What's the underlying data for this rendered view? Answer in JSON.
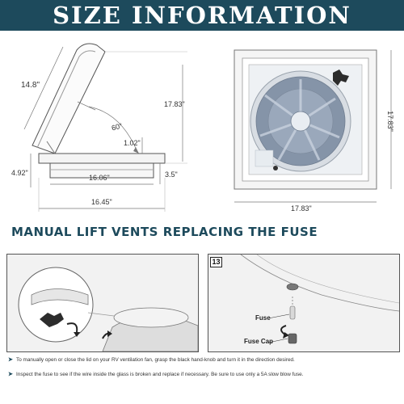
{
  "title": "SIZE INFORMATION",
  "dimensions": {
    "lid_diagonal": "14.8\"",
    "overall_height_left": "17.83\"",
    "angle": "60°",
    "lid_height": "1.02\"",
    "total_height": "4.92\"",
    "inner_width": "16.06\"",
    "base_height": "3.5\"",
    "outer_width": "16.45\"",
    "top_view_height": "17.83\"",
    "top_view_width": "17.83\""
  },
  "section_heading": "MANUAL LIFT VENTS REPLACING THE FUSE",
  "step_badge": "13",
  "callouts": {
    "fuse": "Fuse",
    "fuse_cap": "Fuse Cap"
  },
  "notes": [
    "To manually open or close the lid on your RV ventilation fan, grasp the black hand-knob and turn it in the direction desired.",
    "Inspect the fuse to see if the wire inside the glass is broken and replace if necessary. Be sure to use only  a 5A slow blow fuse."
  ],
  "colors": {
    "banner": "#1d4a5c",
    "heading": "#1d4a5c"
  }
}
